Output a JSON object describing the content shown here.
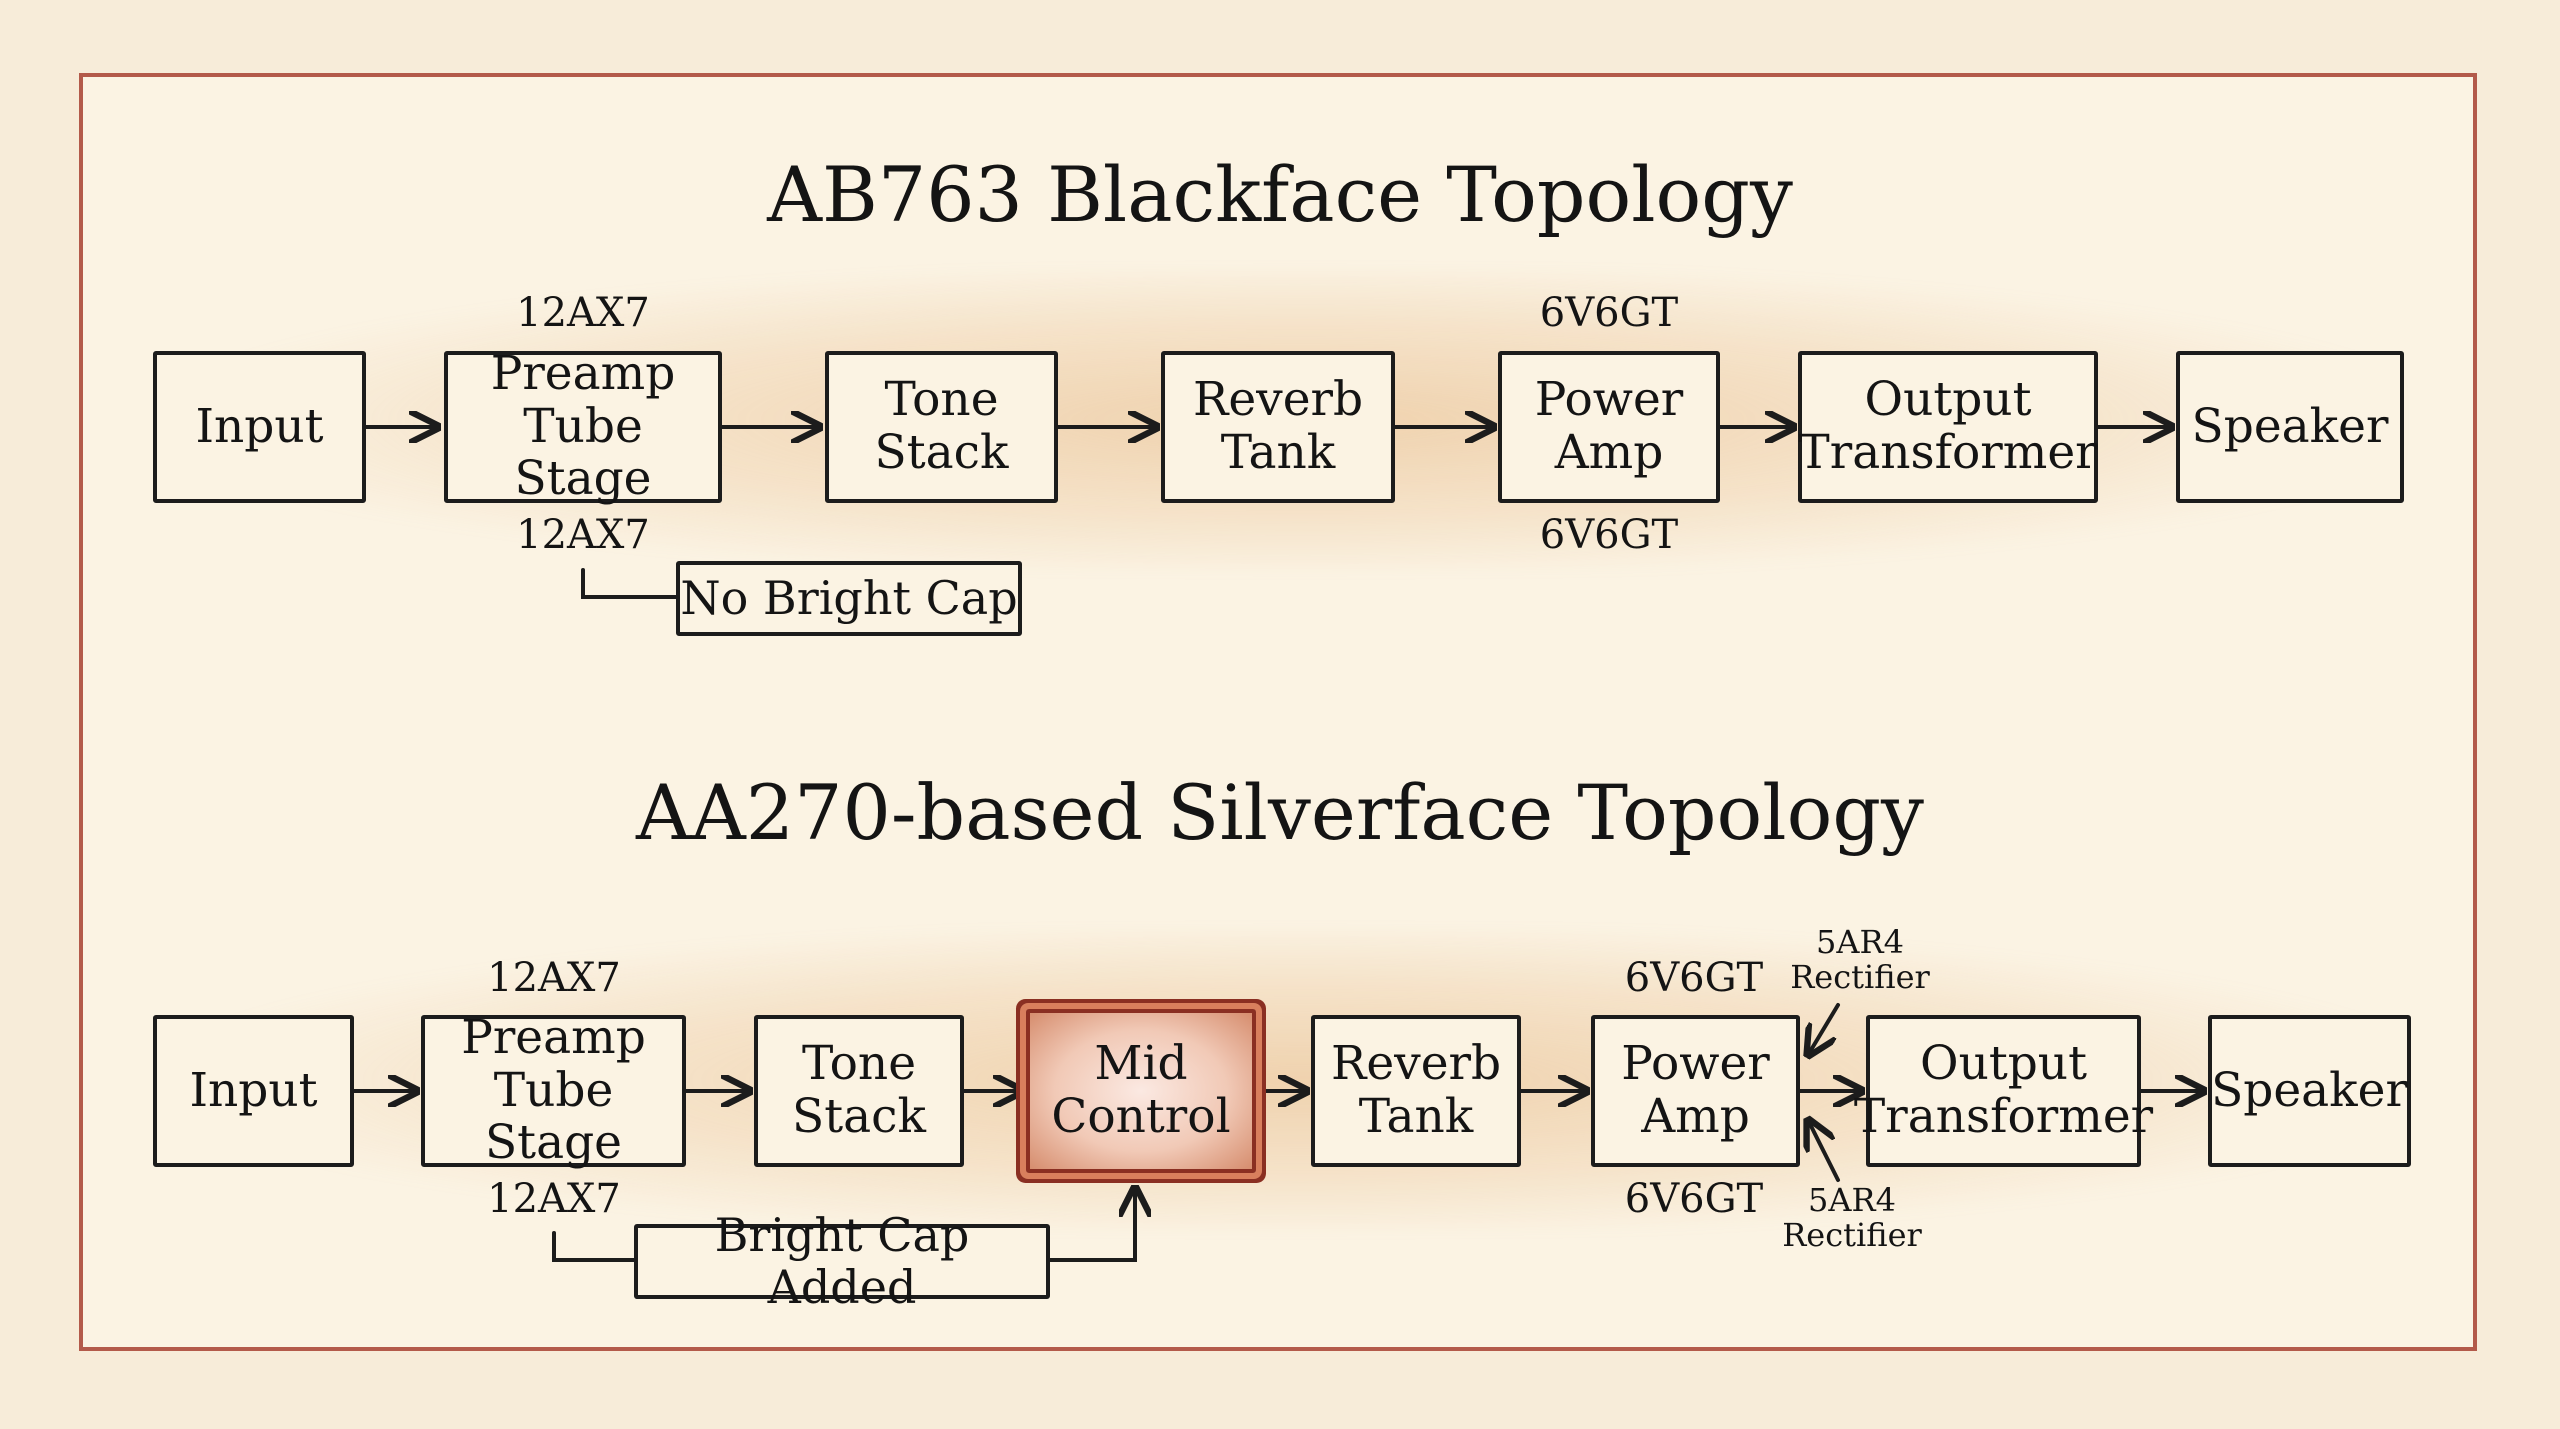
{
  "diagram": {
    "top": {
      "title": "AB763 Blackface Topology",
      "blocks": {
        "input": "Input",
        "preamp": "Preamp\nTube Stage",
        "tone": "Tone\nStack",
        "reverb": "Reverb\nTank",
        "power": "Power\nAmp",
        "output": "Output\nTransformer",
        "speaker": "Speaker"
      },
      "preamp_tube_above": "12AX7",
      "preamp_tube_below": "12AX7",
      "power_tube_above": "6V6GT",
      "power_tube_below": "6V6GT",
      "note": "No Bright Cap"
    },
    "bottom": {
      "title": "AA270-based Silverface Topology",
      "blocks": {
        "input": "Input",
        "preamp": "Preamp\nTube Stage",
        "tone": "Tone\nStack",
        "mid": "Mid\nControl",
        "reverb": "Reverb\nTank",
        "power": "Power\nAmp",
        "output": "Output\nTransformer",
        "speaker": "Speaker"
      },
      "preamp_tube_above": "12AX7",
      "preamp_tube_below": "12AX7",
      "power_tube_above": "6V6GT",
      "power_tube_below": "6V6GT",
      "rectifier_above": "5AR4\nRectifier",
      "rectifier_below": "5AR4\nRectifier",
      "note": "Bright Cap Added"
    },
    "colors": {
      "background": "#f7ecd9",
      "frame": "#b35a4a",
      "ink": "#1c1c1c",
      "highlight": "#8a2f22"
    }
  }
}
